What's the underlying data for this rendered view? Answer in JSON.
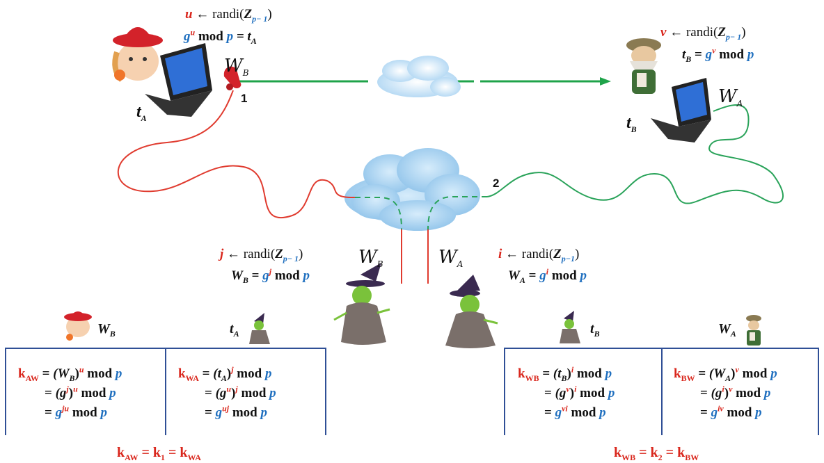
{
  "alice": {
    "line1": {
      "var": "u",
      "arrow": " ← randi(",
      "Z": "Z",
      "sub": "p− 1",
      "close": ")"
    },
    "line2": {
      "g": "g",
      "exp": "u",
      "mod": " mod ",
      "p": "p",
      "eq": " = t",
      "sub": "A"
    },
    "t_label": "t",
    "t_sub": "A",
    "wb_script": "W",
    "wb_sub": "B",
    "channel_num": "1"
  },
  "bob": {
    "line1": {
      "var": "v",
      "arrow": " ← randi(",
      "Z": "Z",
      "sub": "p− 1",
      "close": ")"
    },
    "line2": {
      "t": "t",
      "tsub": "B",
      "eq": " = ",
      "g": "g",
      "exp": "v",
      "mod": " mod ",
      "p": "p"
    },
    "t_label": "t",
    "t_sub": "B",
    "wa_script": "W",
    "wa_sub": "A"
  },
  "internet": {
    "num": "2"
  },
  "witch_b": {
    "script": "W",
    "sub": "B",
    "line1": {
      "var": "j",
      "arrow": " ← randi(",
      "Z": "Z",
      "sub": "p− 1",
      "close": ")"
    },
    "line2": {
      "W": "W",
      "Wsub": "B",
      "eq": " = ",
      "g": "g",
      "exp": "j",
      "mod": " mod ",
      "p": "p"
    }
  },
  "witch_a": {
    "script": "W",
    "sub": "A",
    "line1": {
      "var": "i",
      "arrow": " ← randi(",
      "Z": "Z",
      "sub": "p−1",
      "close": ")"
    },
    "line2": {
      "W": "W",
      "Wsub": "A",
      "eq": " = ",
      "g": "g",
      "exp": "i",
      "mod": " mod ",
      "p": "p"
    }
  },
  "headers": {
    "wb": {
      "W": "W",
      "sub": "B"
    },
    "ta": {
      "t": "t",
      "sub": "A"
    },
    "tb": {
      "t": "t",
      "sub": "B"
    },
    "wa": {
      "W": "W",
      "sub": "A"
    }
  },
  "boxes": {
    "kaw": {
      "k": "k",
      "ksub": "AW",
      "r1": [
        "(W",
        "B",
        ")",
        "u",
        " mod ",
        "p"
      ],
      "r2": [
        "(g",
        "j",
        ")",
        "u",
        " mod ",
        "p"
      ],
      "r3": [
        "g",
        "ju",
        " mod ",
        "p"
      ]
    },
    "kwa": {
      "k": "k",
      "ksub": "WA",
      "r1": [
        "(t",
        "A",
        ")",
        "j",
        " mod ",
        "p"
      ],
      "r2": [
        "(g",
        "u",
        ")",
        "j",
        " mod ",
        "p"
      ],
      "r3": [
        "g",
        "uj",
        " mod ",
        "p"
      ]
    },
    "kwb": {
      "k": "k",
      "ksub": "WB",
      "r1": [
        "(t",
        "B",
        ")",
        "i",
        " mod ",
        "p"
      ],
      "r2": [
        "(g",
        "v",
        ")",
        "i",
        " mod ",
        "p"
      ],
      "r3": [
        "g",
        "vi",
        " mod ",
        "p"
      ]
    },
    "kbw": {
      "k": "k",
      "ksub": "BW",
      "r1": [
        "(W",
        "A",
        ")",
        "v",
        " mod ",
        "p"
      ],
      "r2": [
        "(g",
        "i",
        ")",
        "v",
        " mod ",
        "p"
      ],
      "r3": [
        "g",
        "iv",
        " mod ",
        "p"
      ]
    }
  },
  "results": {
    "left": {
      "a": "k",
      "asub": "AW",
      "b": "k",
      "bsub": "1",
      "c": "k",
      "csub": "WA"
    },
    "right": {
      "a": "k",
      "asub": "WB",
      "b": "k",
      "bsub": "2",
      "c": "k",
      "csub": "BW"
    }
  },
  "colors": {
    "red": "#d9261c",
    "blue": "#1f6fbf",
    "green": "#1fa34a",
    "box": "#2f4f96"
  },
  "icons": [
    "alice-avatar",
    "bob-gnome-avatar",
    "laptop-icon",
    "telephone-icon",
    "cloud-icon",
    "witch-icon"
  ]
}
